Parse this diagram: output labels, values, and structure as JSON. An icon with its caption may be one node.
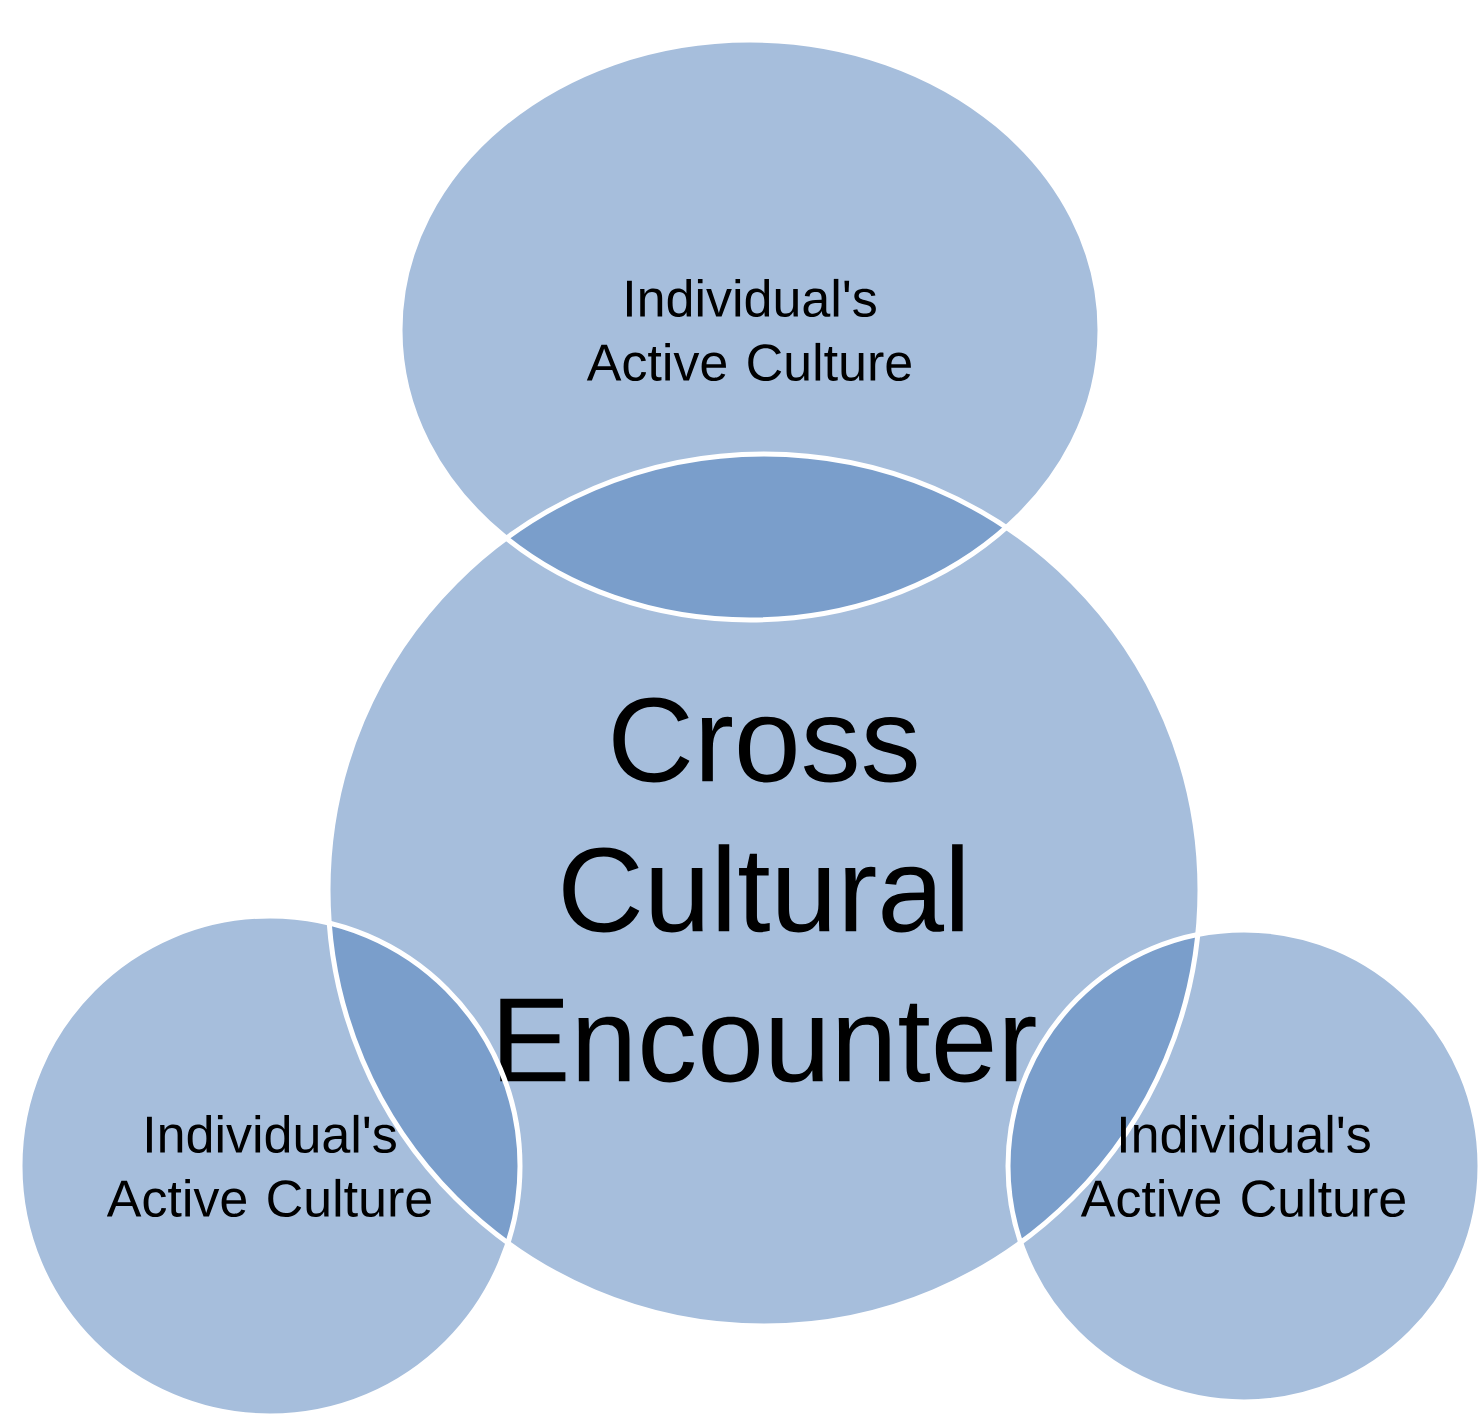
{
  "diagram": {
    "nodes": [
      {
        "text": [
          "Individual's Active Culture"
        ]
      },
      {
        "text": [
          "Cross Cultural Encounter"
        ]
      },
      {
        "text": [
          "Individual's Active Culture"
        ]
      },
      {
        "text": [
          "Individual's Active Culture"
        ]
      }
    ]
  }
}
